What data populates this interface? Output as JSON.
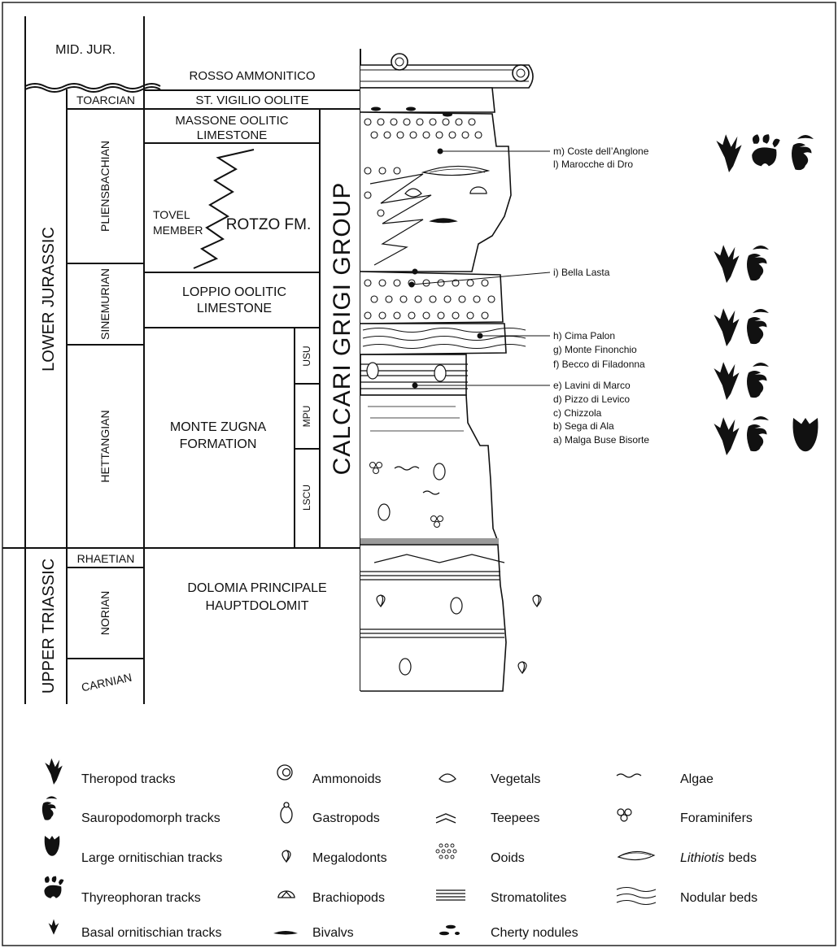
{
  "colors": {
    "ink": "#111111",
    "paper": "#ffffff",
    "grey_band": "#9a9a9a"
  },
  "periods": {
    "mid_jur": "MID. JUR.",
    "lower_jurassic": "LOWER JURASSIC",
    "upper_triassic": "UPPER TRIASSIC"
  },
  "stages": {
    "toarcian": "TOARCIAN",
    "pliensbachian": "PLIENSBACHIAN",
    "sinemurian": "SINEMURIAN",
    "hettangian": "HETTANGIAN",
    "rhaetian": "RHAETIAN",
    "norian": "NORIAN",
    "carnian": "CARNIAN"
  },
  "formations": {
    "rosso_ammonitico": "ROSSO AMMONITICO",
    "st_vigilio": "ST. VIGILIO OOLITE",
    "massone_1": "MASSONE OOLITIC",
    "massone_2": "LIMESTONE",
    "tovel_1": "TOVEL",
    "tovel_2": "MEMBER",
    "rotzo": "ROTZO FM.",
    "loppio_1": "LOPPIO OOLITIC",
    "loppio_2": "LIMESTONE",
    "monte_zugna_1": "MONTE ZUGNA",
    "monte_zugna_2": "FORMATION",
    "usu": "USU",
    "mpu": "MPU",
    "lscu": "LSCU",
    "calcari_grigi": "CALCARI GRIGI GROUP",
    "dolomia_1": "DOLOMIA PRINCIPALE",
    "dolomia_2": "HAUPTDOLOMIT"
  },
  "sites": {
    "group_ml": [
      "m) Coste dell’Anglone",
      "l) Marocche di Dro"
    ],
    "group_i": [
      "i) Bella Lasta"
    ],
    "group_hf": [
      "h) Cima Palon",
      "g) Monte Finonchio",
      "f) Becco di Filadonna"
    ],
    "group_ea": [
      "e) Lavini di Marco",
      "d) Pizzo di Levico",
      "c) Chizzola",
      "b) Sega di Ala",
      "a) Malga Buse Bisorte"
    ]
  },
  "track_icons": {
    "group_ml": [
      "theropod-track-icon",
      "thyreophoran-track-icon",
      "sauropodomorph-track-icon"
    ],
    "group_i": [
      "theropod-track-icon",
      "sauropodomorph-track-icon"
    ],
    "group_hf": [
      "theropod-track-icon",
      "sauropodomorph-track-icon"
    ],
    "group_ed": [
      "theropod-track-icon",
      "sauropodomorph-track-icon"
    ],
    "group_a": [
      "theropod-track-icon",
      "sauropodomorph-track-icon",
      "large-ornithischian-track-icon"
    ]
  },
  "legend": {
    "col1": [
      "Theropod tracks",
      "Sauropodomorph tracks",
      "Large ornitischian tracks",
      "Thyreophoran tracks",
      "Basal ornitischian tracks"
    ],
    "col2": [
      "Ammonoids",
      "Gastropods",
      "Megalodonts",
      "Brachiopods",
      "Bivalvs"
    ],
    "col3": [
      "Vegetals",
      "Teepees",
      "Ooids",
      "Stromatolites",
      "Cherty nodules"
    ],
    "col4": [
      "Algae",
      "Foraminifers",
      "Lithiotis",
      "beds",
      "Nodular beds"
    ]
  }
}
